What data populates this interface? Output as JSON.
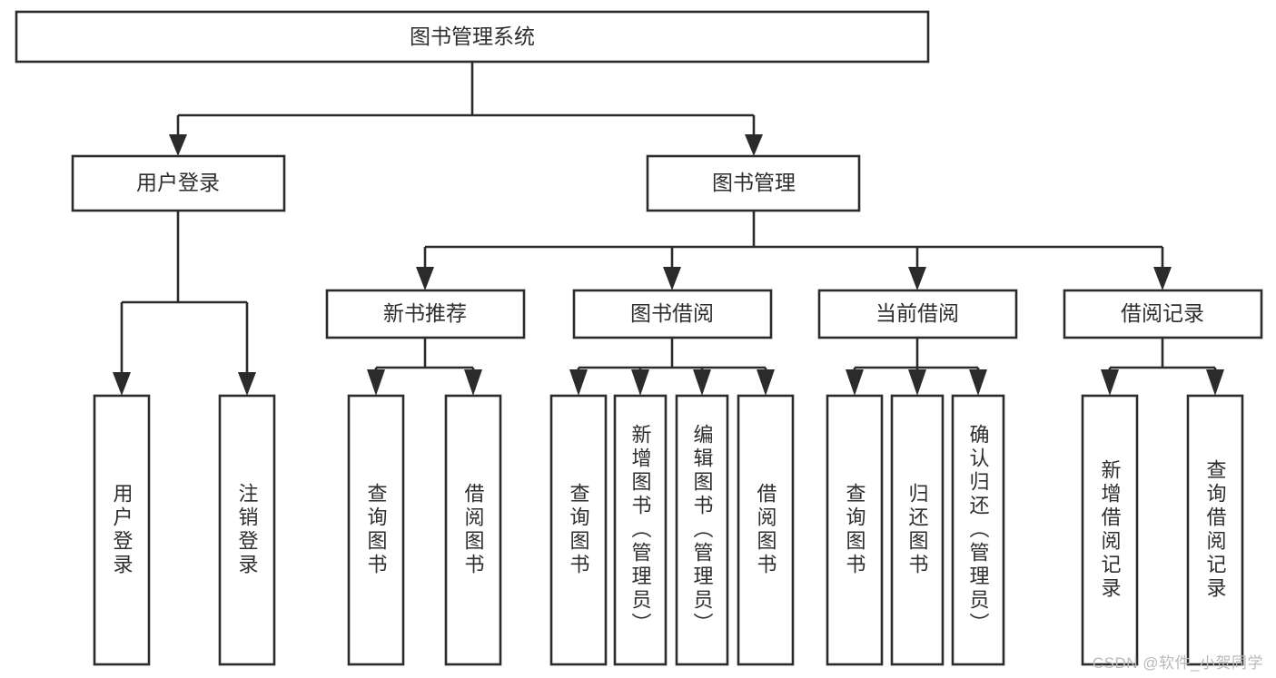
{
  "diagram": {
    "type": "tree",
    "title": "图书管理系统",
    "background_color": "#ffffff",
    "box_stroke_color": "#2b2b2b",
    "text_color": "#2e2e2e",
    "root": {
      "id": "root",
      "label": "图书管理系统",
      "orientation": "horizontal"
    },
    "level2": [
      {
        "id": "user-login",
        "label": "用户登录",
        "orientation": "horizontal"
      },
      {
        "id": "book-management",
        "label": "图书管理",
        "orientation": "horizontal"
      }
    ],
    "level3": [
      {
        "id": "new-book-recommend",
        "label": "新书推荐",
        "orientation": "horizontal"
      },
      {
        "id": "book-borrow",
        "label": "图书借阅",
        "orientation": "horizontal"
      },
      {
        "id": "current-borrow",
        "label": "当前借阅",
        "orientation": "horizontal"
      },
      {
        "id": "borrow-record",
        "label": "借阅记录",
        "orientation": "horizontal"
      }
    ],
    "leaves": {
      "user_login": [
        {
          "id": "leaf-user-login",
          "label": "用户登录",
          "orientation": "vertical"
        },
        {
          "id": "leaf-logout-login",
          "label": "注销登录",
          "orientation": "vertical"
        }
      ],
      "new_book_recommend": [
        {
          "id": "leaf-query-book-1",
          "label": "查询图书",
          "orientation": "vertical"
        },
        {
          "id": "leaf-borrow-book-1",
          "label": "借阅图书",
          "orientation": "vertical"
        }
      ],
      "book_borrow": [
        {
          "id": "leaf-query-book-2",
          "label": "查询图书",
          "orientation": "vertical"
        },
        {
          "id": "leaf-add-book",
          "label": "新增图书（管理员）",
          "orientation": "vertical"
        },
        {
          "id": "leaf-edit-book",
          "label": "编辑图书（管理员）",
          "orientation": "vertical"
        },
        {
          "id": "leaf-borrow-book-2",
          "label": "借阅图书",
          "orientation": "vertical"
        }
      ],
      "current_borrow": [
        {
          "id": "leaf-query-book-3",
          "label": "查询图书",
          "orientation": "vertical"
        },
        {
          "id": "leaf-return-book",
          "label": "归还图书",
          "orientation": "vertical"
        },
        {
          "id": "leaf-confirm-return",
          "label": "确认归还（管理员）",
          "orientation": "vertical"
        }
      ],
      "borrow_record": [
        {
          "id": "leaf-add-borrow-record",
          "label": "新增借阅记录",
          "orientation": "vertical"
        },
        {
          "id": "leaf-query-borrow-record",
          "label": "查询借阅记录",
          "orientation": "vertical"
        }
      ]
    }
  },
  "watermark": {
    "text": "CSDN @软件_小贺同学"
  }
}
